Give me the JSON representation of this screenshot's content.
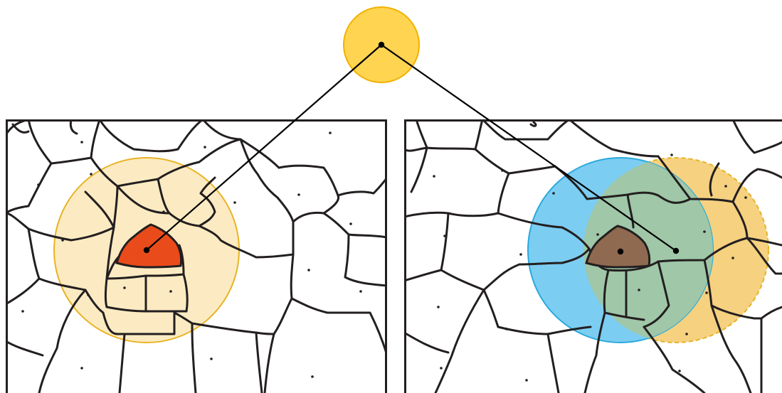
{
  "colors": {
    "background": "#ffffff",
    "border_stroke": "#231f20",
    "yellow_circle_fill": "#ffd451",
    "yellow_circle_stroke": "#f2b100",
    "range_fill": "#fcebc2",
    "range_stroke": "#e8b324",
    "selected_region_fill": "#ea4b1b",
    "blue_circle_fill": "#7ccdf2",
    "blue_circle_stroke": "#2aa9dc",
    "overlap_fill": "#9fc7a8",
    "overlap_region_fill": "#8f6a50",
    "dashed_circle_fill": "#f5d180",
    "connector_stroke": "#000000"
  },
  "icons": {
    "top_node": "filled-circle-with-center-dot",
    "left_panel": "voronoi-map-with-range-circle",
    "right_panel": "voronoi-map-with-two-overlapping-circles"
  }
}
